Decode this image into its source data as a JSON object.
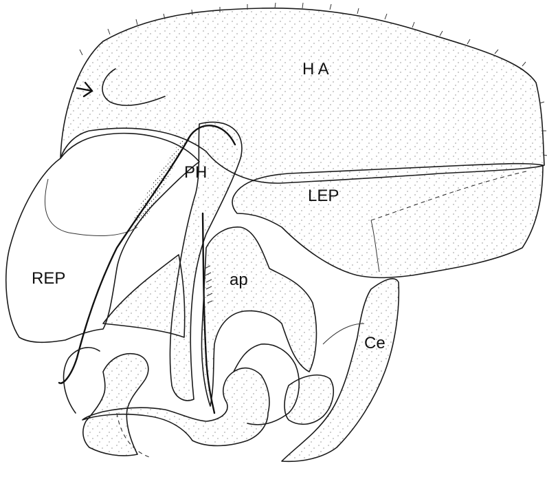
{
  "labels": {
    "head_appendage": "H A",
    "phallus": "PH",
    "left_epandrium": "LEP",
    "right_epandrium": "REP",
    "apodeme": "ap",
    "cercus": "Ce"
  },
  "arrow_marker": "arrow-icon",
  "colors": {
    "ink": "#111111",
    "paper": "#ffffff"
  }
}
